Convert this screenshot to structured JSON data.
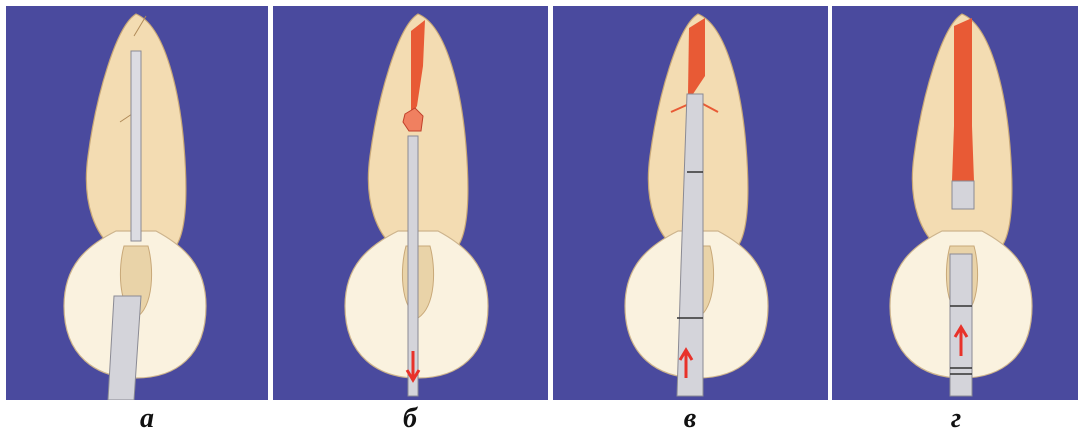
{
  "panels": [
    {
      "id": "a",
      "label": "а"
    },
    {
      "id": "b",
      "label": "б"
    },
    {
      "id": "v",
      "label": "в"
    },
    {
      "id": "g",
      "label": "г"
    }
  ],
  "colors": {
    "background": "#4a4a9e",
    "tooth": "#f3dcb2",
    "gum": "#faf2df",
    "filling": "#e85a35",
    "instrument": "#c9c9cf",
    "arrow": "#e8322a"
  }
}
